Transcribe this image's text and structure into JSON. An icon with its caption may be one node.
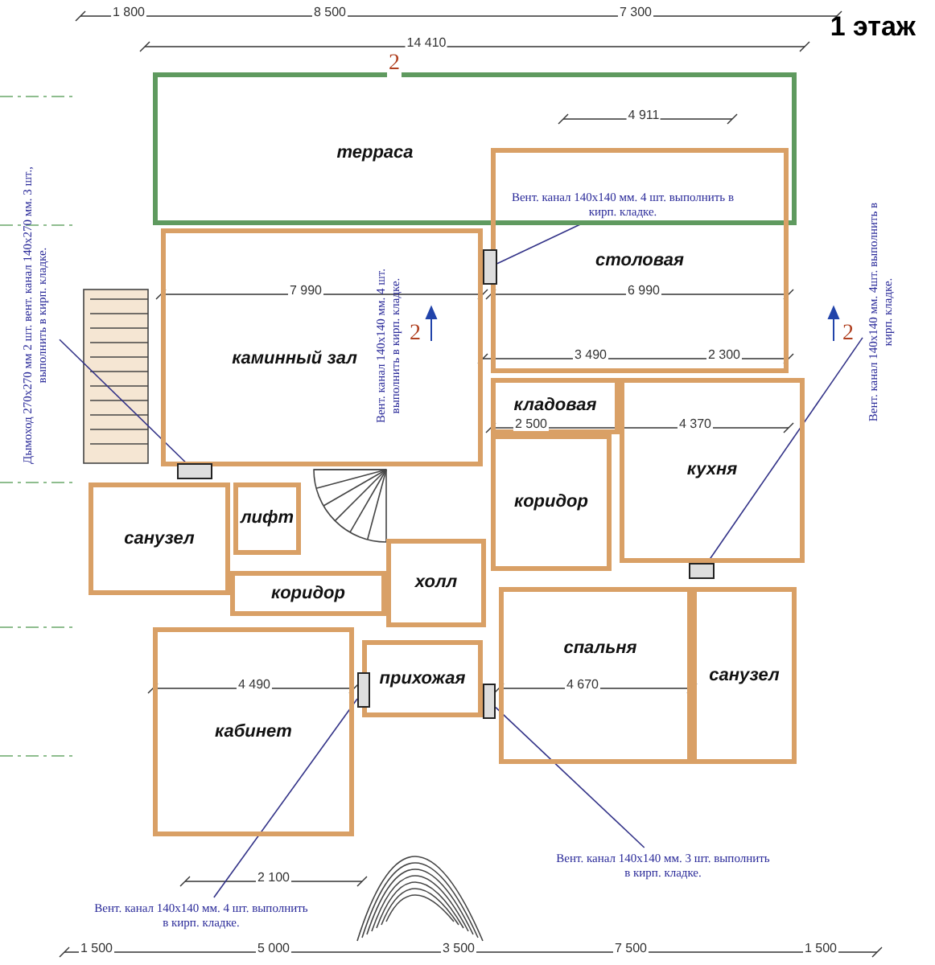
{
  "diagram": {
    "title": "1 этаж",
    "nodes": [
      {
        "text": [
          "терраса"
        ]
      },
      {
        "text": [
          "каминный зал"
        ]
      },
      {
        "text": [
          "столовая"
        ]
      },
      {
        "text": [
          "кладовая"
        ]
      },
      {
        "text": [
          "кухня"
        ]
      },
      {
        "text": [
          "коридор"
        ]
      },
      {
        "text": [
          "лифт"
        ]
      },
      {
        "text": [
          "санузел"
        ]
      },
      {
        "text": [
          "холл"
        ]
      },
      {
        "text": [
          "коридор"
        ]
      },
      {
        "text": [
          "прихожая"
        ]
      },
      {
        "text": [
          "кабинет"
        ]
      },
      {
        "text": [
          "спальня"
        ]
      },
      {
        "text": [
          "санузел"
        ]
      },
      {
        "text": [
          "Вент. канал 140х140 мм. 4 шт. выполнить в кирп. кладке."
        ]
      },
      {
        "text": [
          "Вент. канал 140х140 мм. 4шт. выполнить в кирп. кладке."
        ]
      },
      {
        "text": [
          "Дымоход 270х270 мм 2 шт. вент. канал 140х270 мм. 3 шт., выполнить в кирп. кладке."
        ]
      },
      {
        "text": [
          "Вент. канал 140х140 мм. 4 шт. выполнить в кирп. кладке."
        ]
      },
      {
        "text": [
          "Вент. канал 140х140 мм. 3 шт. выполнить в кирп. кладке."
        ]
      },
      {
        "text": [],
        "shape": "box"
      },
      {
        "text": [],
        "shape": "box"
      },
      {
        "text": [],
        "shape": "box"
      },
      {
        "text": [],
        "shape": "box"
      },
      {
        "text": [],
        "shape": "box"
      }
    ],
    "edges": [
      {
        "from": 14,
        "to": 19,
        "arrow": "none"
      },
      {
        "from": 15,
        "to": 20,
        "arrow": "none"
      },
      {
        "from": 16,
        "to": 21,
        "arrow": "none"
      },
      {
        "from": 17,
        "to": 22,
        "arrow": "none"
      },
      {
        "from": 18,
        "to": 23,
        "arrow": "none"
      }
    ],
    "labels": [
      "1 800",
      "8 500",
      "7 300",
      "14 410",
      "2",
      "4 911",
      "7 990",
      "6 990",
      "2",
      "2",
      "3 490",
      "2 300",
      "2 500",
      "4 370",
      "Вент. канал 140х140 мм. 4 шт. выполнить в кирп. кладке.",
      "4 490",
      "4 670",
      "2 100",
      "1 500",
      "5 000",
      "3 500",
      "7 500",
      "1 500"
    ]
  }
}
